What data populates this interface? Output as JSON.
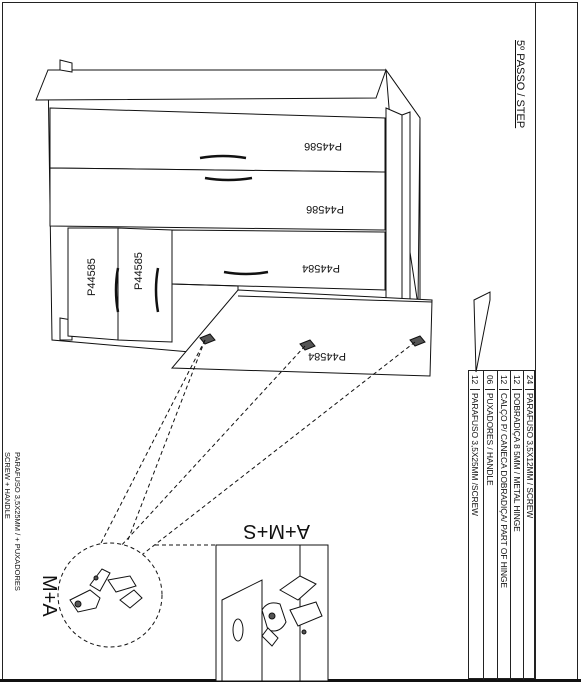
{
  "page": {
    "step_title": "5º PASSO / STEP"
  },
  "parts": {
    "drawer_1": "P44586",
    "drawer_2": "P44586",
    "drawer_3": "P44584",
    "door_open": "P44584",
    "door_left_1": "P44585",
    "door_left_2": "P44585"
  },
  "bill_of_materials": [
    {
      "qty": "24",
      "description": "PARAFUSO 3,5X12MM / SCREW"
    },
    {
      "qty": "12",
      "description": "DOBRADIÇA 8 5MM / METAL HINGE"
    },
    {
      "qty": "12",
      "description": "CALÇO P/ CANECA DOBRADIÇA/ PART OF HINGE"
    },
    {
      "qty": "06",
      "description": "PUXADORES / HANDLE"
    },
    {
      "qty": "12",
      "description": "PARAFUSO 3,5X25MM /SCREW"
    }
  ],
  "notes": {
    "screw_note_line1": "PARAFUSO 3,5X25MM / + PUXADORES",
    "screw_note_line2": "SCREW + HANDLE",
    "detail_circle_label": "M+A",
    "detail_box_label": "A+M+S"
  }
}
